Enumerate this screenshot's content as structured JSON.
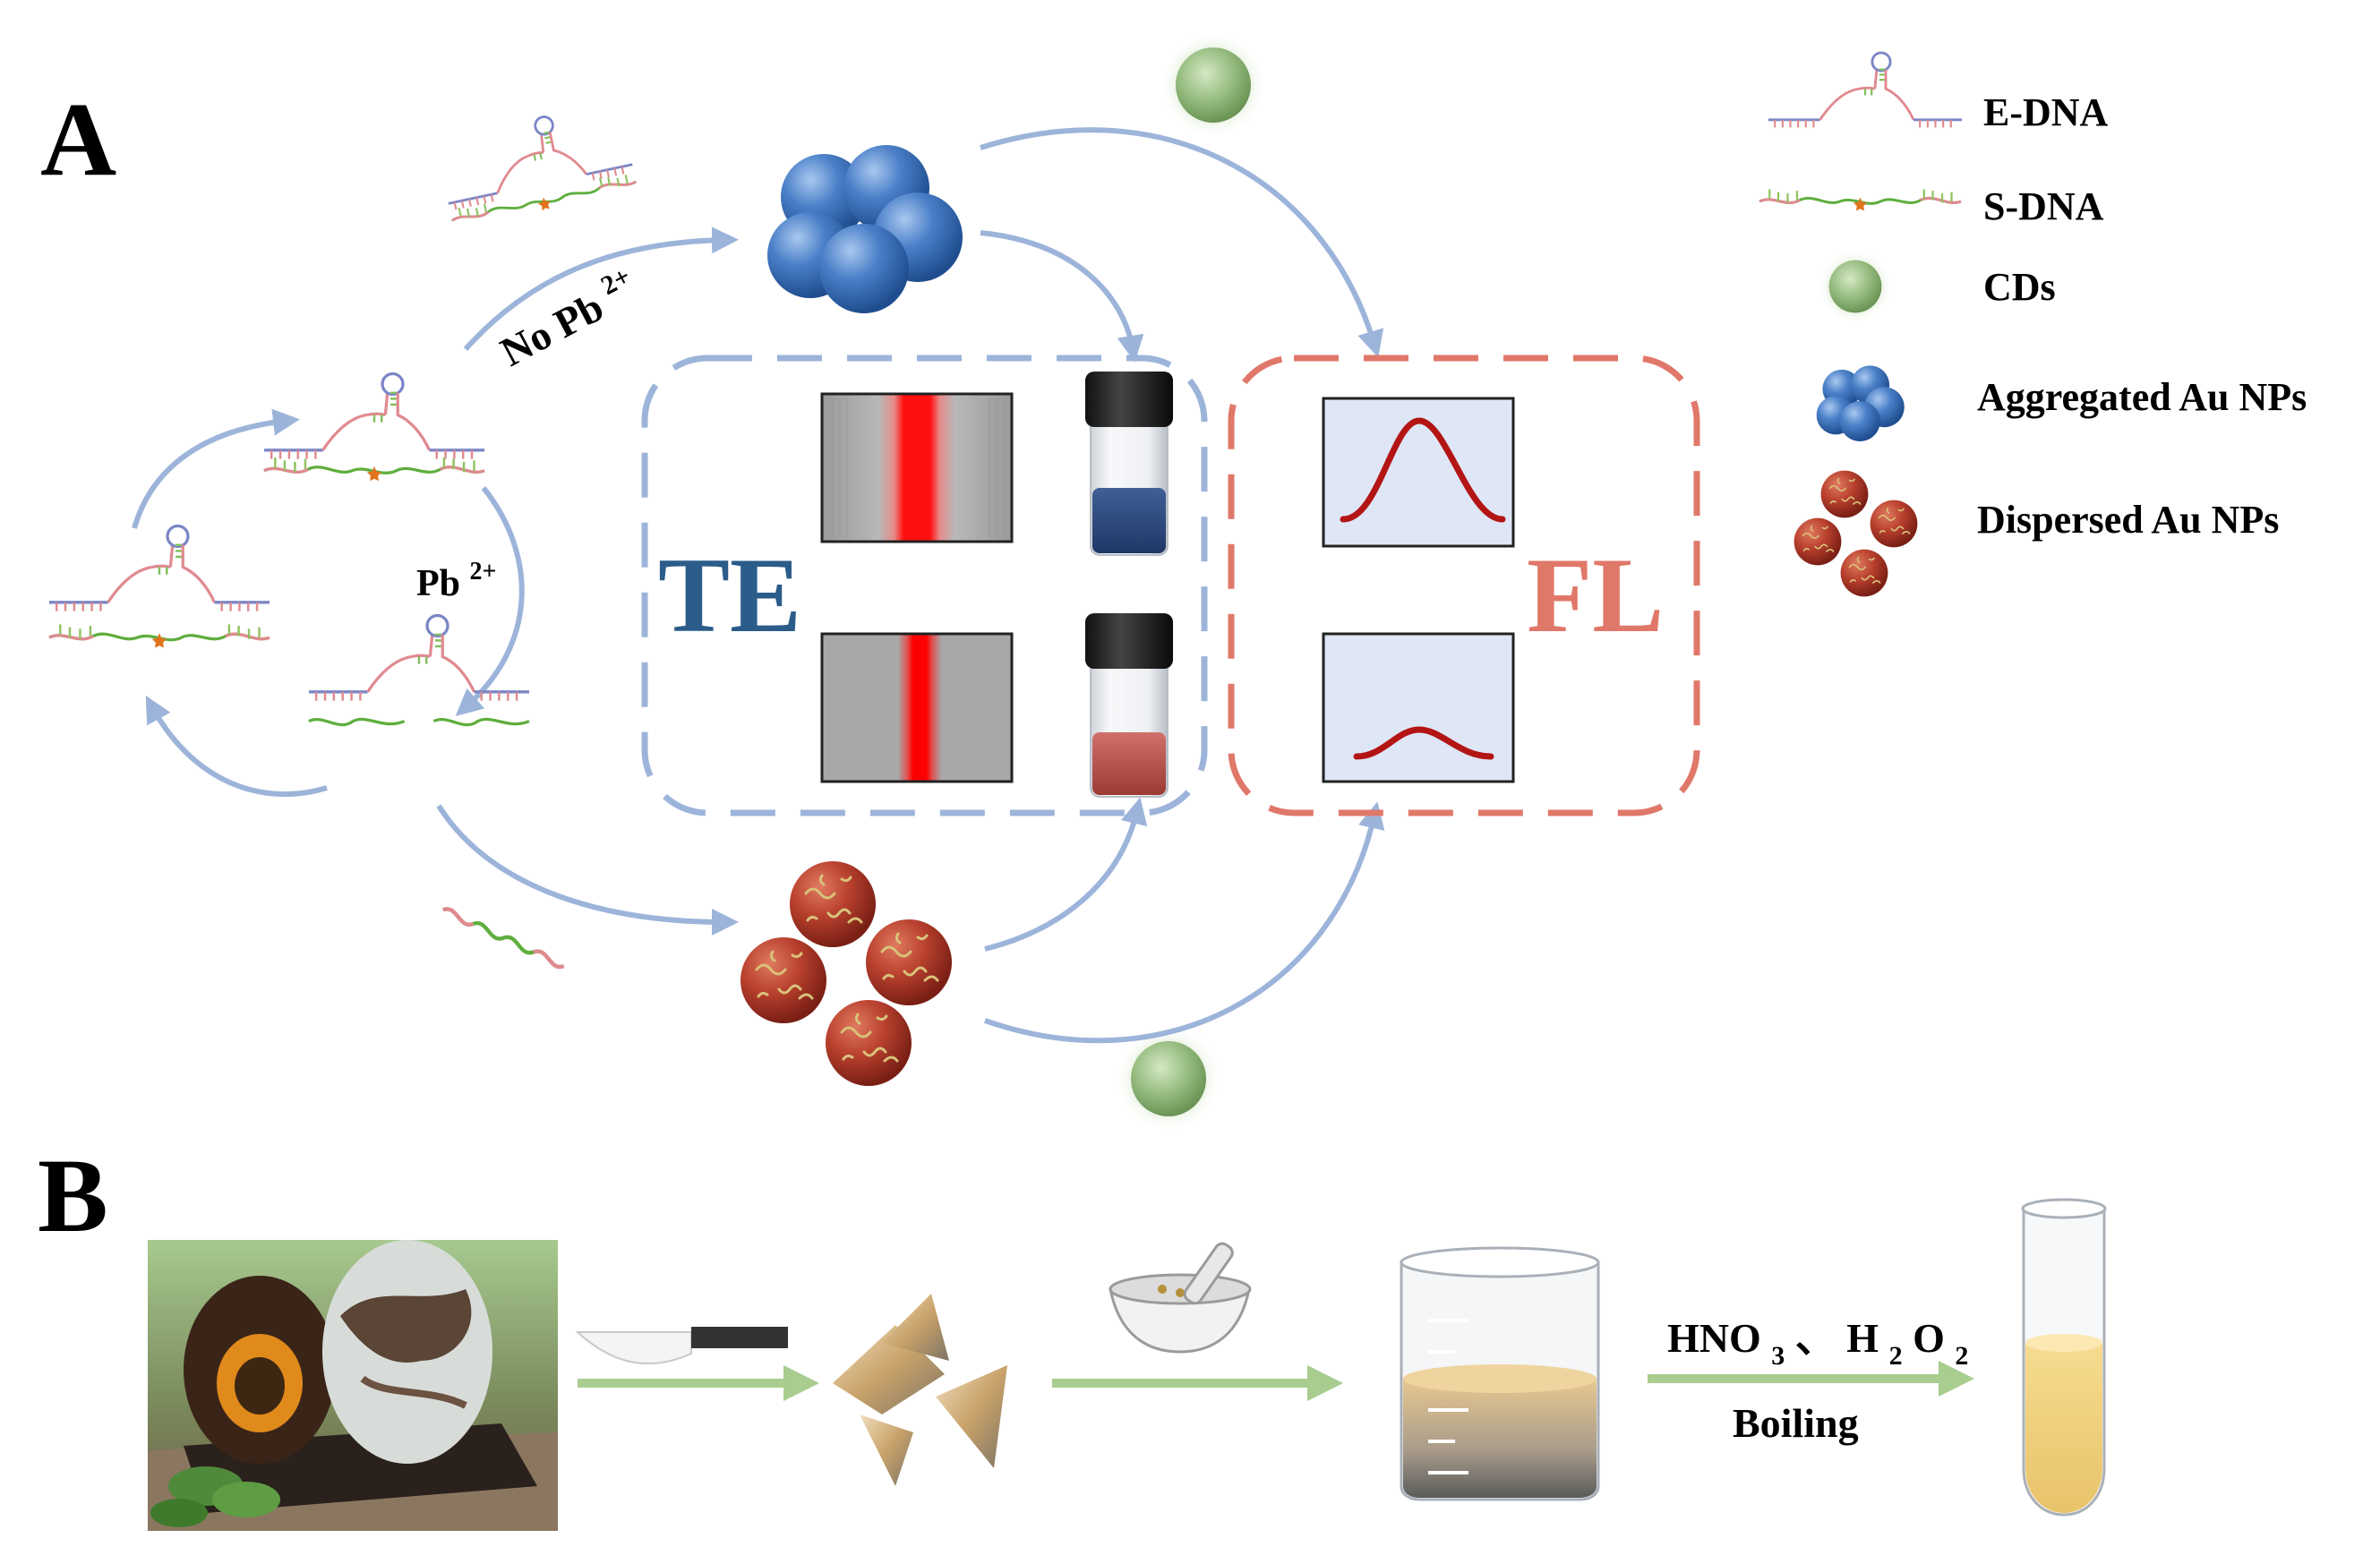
{
  "panels": {
    "a_label": "A",
    "b_label": "B"
  },
  "conditions": {
    "no_pb": "No Pb",
    "no_pb_sup": "2+",
    "pb": "Pb",
    "pb_sup": "2+"
  },
  "boxes": {
    "te_label": "TE",
    "fl_label": "FL"
  },
  "legend": [
    {
      "key": "e_dna",
      "label": "E-DNA"
    },
    {
      "key": "s_dna",
      "label": "S-DNA"
    },
    {
      "key": "cds",
      "label": "CDs"
    },
    {
      "key": "aggregated",
      "label": "Aggregated Au NPs"
    },
    {
      "key": "dispersed",
      "label": "Dispersed Au NPs"
    }
  ],
  "pretreatment": {
    "reagent_hno": "HNO",
    "reagent_hno_sub": "3",
    "reagent_sep": "、",
    "reagent_h2o": "H",
    "reagent_h2o_sub1": "2",
    "reagent_h2o_o": "O",
    "reagent_h2o_sub2": "2",
    "step_label": "Boiling"
  },
  "colors": {
    "blue_arrow": "#9db4da",
    "te_blue": "#2b5c8a",
    "fl_red": "#e0786a",
    "np_blue": "#3d74c0",
    "np_red": "#b8402e",
    "cd_green": "#8fb37a",
    "curve_red": "#b31515",
    "green_arrow": "#a9cc8f"
  }
}
